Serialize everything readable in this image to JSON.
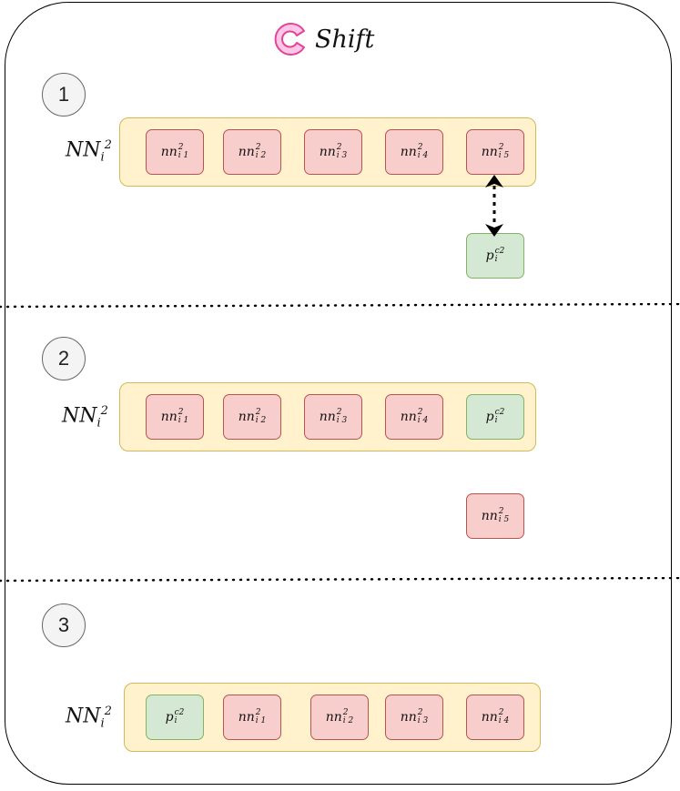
{
  "title": {
    "text": "Shift",
    "icon": "shift-c-logo-icon"
  },
  "colors": {
    "element_fill": "#f8cecc",
    "element_border": "#b85450",
    "candidate_fill": "#d5e8d4",
    "candidate_border": "#82b366",
    "bar_fill": "#fff2cc",
    "bar_border": "#d6b656"
  },
  "stages": [
    {
      "step": "1",
      "label": {
        "base": "NN",
        "sub": "i",
        "sup": "2"
      },
      "items": [
        {
          "base": "nn",
          "sub": "i 1",
          "sup": "2",
          "kind": "element"
        },
        {
          "base": "nn",
          "sub": "i 2",
          "sup": "2",
          "kind": "element"
        },
        {
          "base": "nn",
          "sub": "i 3",
          "sup": "2",
          "kind": "element"
        },
        {
          "base": "nn",
          "sub": "i 4",
          "sup": "2",
          "kind": "element"
        },
        {
          "base": "nn",
          "sub": "i 5",
          "sup": "2",
          "kind": "element"
        }
      ],
      "outside": {
        "base": "p",
        "sub": "i",
        "sup": "c2",
        "kind": "candidate"
      }
    },
    {
      "step": "2",
      "label": {
        "base": "NN",
        "sub": "i",
        "sup": "2"
      },
      "items": [
        {
          "base": "nn",
          "sub": "i 1",
          "sup": "2",
          "kind": "element"
        },
        {
          "base": "nn",
          "sub": "i 2",
          "sup": "2",
          "kind": "element"
        },
        {
          "base": "nn",
          "sub": "i 3",
          "sup": "2",
          "kind": "element"
        },
        {
          "base": "nn",
          "sub": "i 4",
          "sup": "2",
          "kind": "element"
        },
        {
          "base": "p",
          "sub": "i",
          "sup": "c2",
          "kind": "candidate"
        }
      ],
      "outside": {
        "base": "nn",
        "sub": "i 5",
        "sup": "2",
        "kind": "element"
      }
    },
    {
      "step": "3",
      "label": {
        "base": "NN",
        "sub": "i",
        "sup": "2"
      },
      "items": [
        {
          "base": "p",
          "sub": "i",
          "sup": "c2",
          "kind": "candidate"
        },
        {
          "base": "nn",
          "sub": "i 1",
          "sup": "2",
          "kind": "element"
        },
        {
          "base": "nn",
          "sub": "i 2",
          "sup": "2",
          "kind": "element"
        },
        {
          "base": "nn",
          "sub": "i 3",
          "sup": "2",
          "kind": "element"
        },
        {
          "base": "nn",
          "sub": "i 4",
          "sup": "2",
          "kind": "element"
        }
      ]
    }
  ]
}
